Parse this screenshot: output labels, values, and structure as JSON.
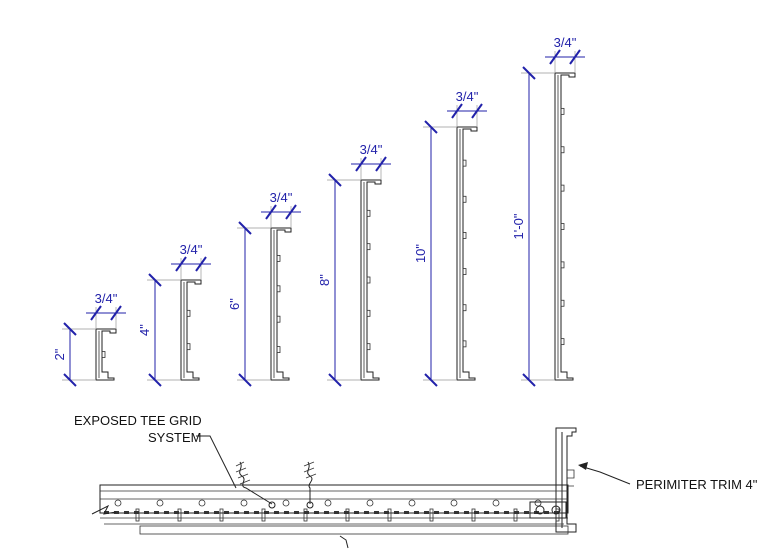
{
  "colors": {
    "dimension": "#2222aa",
    "linework": "#222222",
    "background": "#ffffff"
  },
  "profiles": [
    {
      "height_label": "2\"",
      "width_label": "3/4\""
    },
    {
      "height_label": "4\"",
      "width_label": "3/4\""
    },
    {
      "height_label": "6\"",
      "width_label": "3/4\""
    },
    {
      "height_label": "8\"",
      "width_label": "3/4\""
    },
    {
      "height_label": "10\"",
      "width_label": "3/4\""
    },
    {
      "height_label": "1'-0\"",
      "width_label": "3/4\""
    }
  ],
  "callouts": {
    "grid_line1": "EXPOSED TEE GRID",
    "grid_line2": "SYSTEM",
    "trim": "PERIMITER TRIM 4\""
  }
}
